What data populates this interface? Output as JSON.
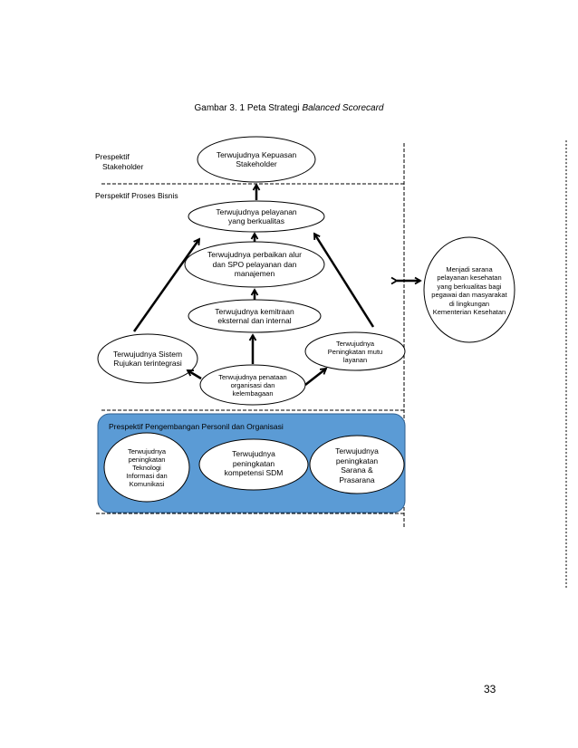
{
  "caption": {
    "prefix": "Gambar 3. 1 Peta Strategi ",
    "emphasis": "Balanced Scorecard"
  },
  "perspectives": {
    "stakeholder_line1": "Prespektif",
    "stakeholder_line2": "Stakeholder",
    "business": "Perspektif Proses Bisnis",
    "learning": "Prespektif Pengembangan Personil dan Organisasi"
  },
  "nodes": {
    "kepuasan": "Terwujudnya Kepuasan Stakeholder",
    "pelayanan": "Terwujudnya pelayanan yang berkualitas",
    "perbaikan": "Terwujudnya perbaikan alur dan SPO pelayanan dan manajemen",
    "kemitraan": "Terwujudnya kemitraan eksternal dan internal",
    "rujukan": "Terwujudnya Sistem Rujukan terintegrasi",
    "mutu": "Terwujudnya Peningkatan mutu layanan",
    "penataan": "Terwujudnya penataan organisasi dan kelembagaan",
    "ti": "Terwujudnya peningkatan Teknologi Informasi dan Komunikasi",
    "sdm": "Terwujudnya peningkatan kompetensi SDM",
    "sarana": "Terwujudnya peningkatan Sarana & Prasarana",
    "side": "Menjadi sarana pelayanan kesehatan yang berkualitas bagi pegawai dan masyarakat di lingkungan Kementerian Kesehatan"
  },
  "page_number": "33",
  "colors": {
    "learning_box": "#5b9bd5"
  }
}
